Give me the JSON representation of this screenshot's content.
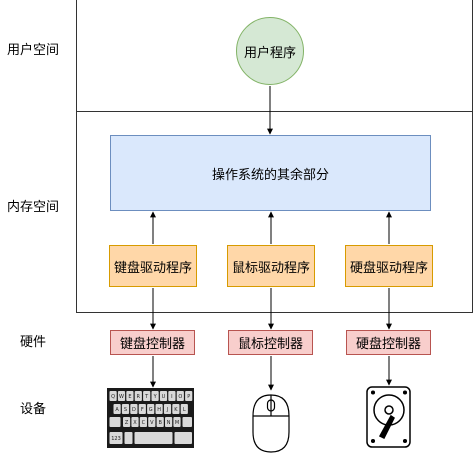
{
  "rows": {
    "user_space": "用户空间",
    "kernel_space": "内存空间",
    "hardware": "硬件",
    "devices": "设备"
  },
  "nodes": {
    "user_program": "用户程序",
    "os_rest": "操作系统的其余部分",
    "drivers": [
      "键盘驱动程序",
      "鼠标驱动程序",
      "硬盘驱动程序"
    ],
    "controllers": [
      "键盘控制器",
      "鼠标控制器",
      "硬盘控制器"
    ]
  },
  "devices": [
    {
      "name": "keyboard",
      "icon": "keyboard-icon"
    },
    {
      "name": "mouse",
      "icon": "mouse-icon"
    },
    {
      "name": "hard-disk",
      "icon": "hard-disk-icon"
    }
  ],
  "keyboard_keys": {
    "row1": [
      "Q",
      "W",
      "E",
      "R",
      "T",
      "Y",
      "U",
      "I",
      "O",
      "P"
    ],
    "row2": [
      "A",
      "S",
      "D",
      "F",
      "G",
      "H",
      "J",
      "K",
      "L"
    ],
    "row3": [
      "Z",
      "X",
      "C",
      "V",
      "B",
      "N",
      "M"
    ],
    "num_key": "123"
  },
  "colors": {
    "user_program_fill": "#d5e8d4",
    "user_program_border": "#82b366",
    "os_fill": "#dae8fc",
    "os_border": "#6c8ebf",
    "driver_fill": "#ffd7a8",
    "driver_border": "#d79b00",
    "controller_fill": "#f8cecc",
    "controller_border": "#b85450"
  }
}
